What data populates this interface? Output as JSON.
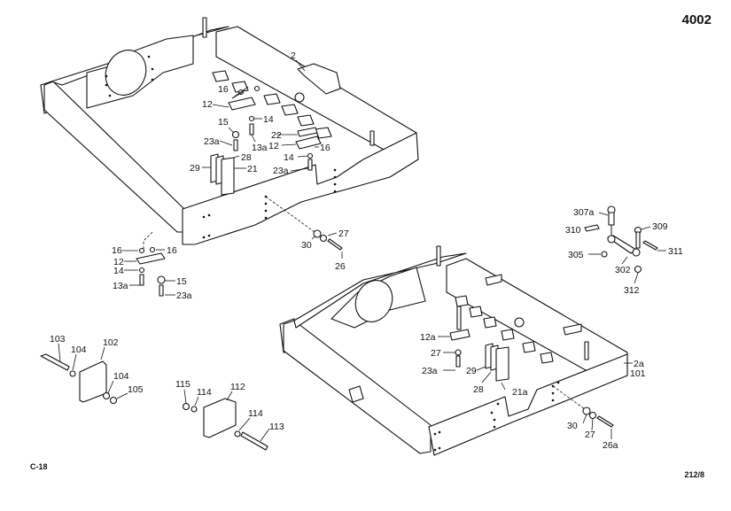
{
  "page": {
    "figure_number": "4002",
    "page_code": "C-18",
    "reference": "212/8"
  },
  "assembly_top": {
    "name": "frame-upper",
    "labels": {
      "frame": "2",
      "plate_a": "12",
      "plate_b": "12",
      "washer_16_a": "16",
      "washer_16_b": "16",
      "washer_14_a": "14",
      "washer_14_b": "14",
      "nut_15": "15",
      "bolt_13a": "13a",
      "bolt_23a_a": "23a",
      "bolt_23a_b": "23a",
      "bracket_22": "22",
      "shim_28": "28",
      "shim_29": "29",
      "block_21": "21",
      "washer_30": "30",
      "washer_27": "27",
      "bolt_26": "26"
    }
  },
  "detail_left": {
    "labels": {
      "washer_16_a": "16",
      "washer_16_b": "16",
      "plate_12": "12",
      "washer_14": "14",
      "bolt_13a": "13a",
      "nut_15": "15",
      "bolt_23a": "23a"
    }
  },
  "linkage": {
    "labels": {
      "fitting_307a": "307a",
      "pin_310": "310",
      "bolt_309": "309",
      "nut_305": "305",
      "screw_311": "311",
      "link_302": "302",
      "washer_312": "312"
    }
  },
  "assembly_bottom": {
    "name": "frame-lower",
    "labels": {
      "frame_2a": "2a",
      "frame_101": "101",
      "plate_12a": "12a",
      "washer_27_a": "27",
      "bolt_23a": "23a",
      "shim_29": "29",
      "shim_28": "28",
      "block_21a": "21a",
      "washer_30": "30",
      "washer_27_b": "27",
      "bolt_26a": "26a"
    }
  },
  "weight_a": {
    "labels": {
      "bolt_103": "103",
      "washer_104_a": "104",
      "weight_102": "102",
      "washer_104_b": "104",
      "nut_105": "105"
    }
  },
  "weight_b": {
    "labels": {
      "nut_115": "115",
      "washer_114_a": "114",
      "weight_112": "112",
      "washer_114_b": "114",
      "bolt_113": "113"
    }
  }
}
